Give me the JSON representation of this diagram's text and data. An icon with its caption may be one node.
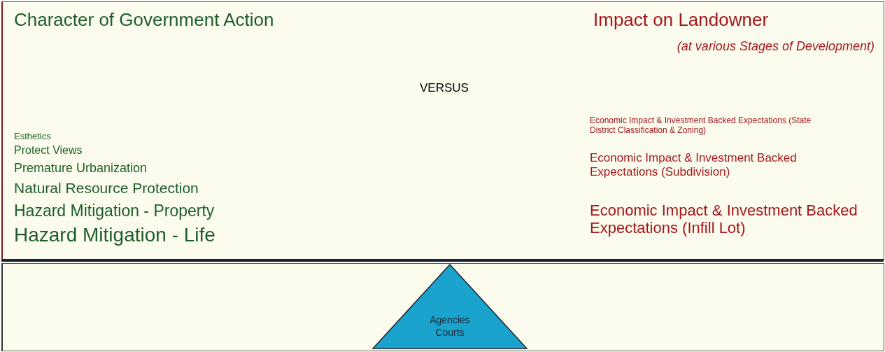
{
  "diagram": {
    "nodes": [
      {
        "text": [
          "Agencies Courts"
        ]
      }
    ],
    "labels": [
      "Character of Government Action",
      "Impact on Landowner",
      "(at various Stages of Development)",
      "VERSUS",
      "Esthetics",
      "Protect Views",
      "Premature Urbanization",
      "Natural Resource Protection",
      "Hazard Mitigation - Property",
      "Hazard Mitigation - Life",
      "Economic Impact & Investment Backed Expectations (State District Classification & Zoning)",
      "Economic Impact & Investment Backed Expectations (Subdivision)",
      "Economic Impact & Investment Backed Expectations (Infill Lot)"
    ]
  }
}
